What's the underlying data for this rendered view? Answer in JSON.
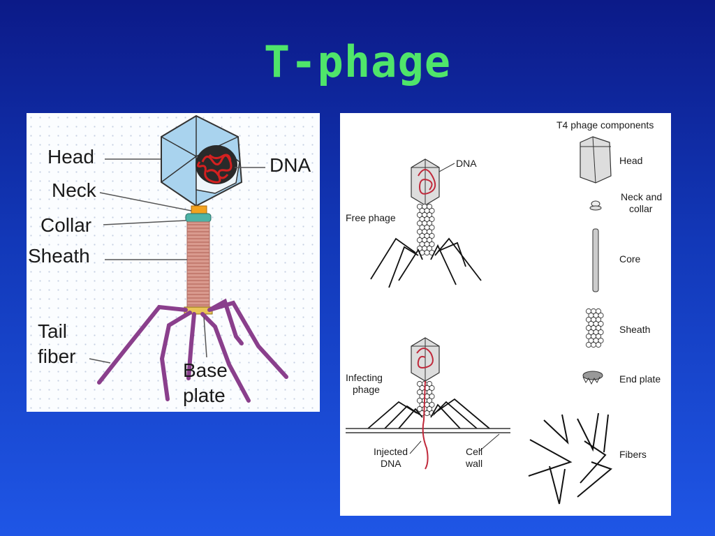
{
  "slide": {
    "title": "T-phage"
  },
  "left_diagram": {
    "labels": {
      "head": "Head",
      "dna": "DNA",
      "neck": "Neck",
      "collar": "Collar",
      "sheath": "Sheath",
      "tail_fiber_1": "Tail",
      "tail_fiber_2": "fiber",
      "base_plate_1": "Base",
      "base_plate_2": "plate"
    },
    "colors": {
      "head_fill": "#a9d3ee",
      "dna": "#c11a1a",
      "neck": "#f2a21e",
      "collar": "#4db3a6",
      "sheath": "#d99a8e",
      "fiber": "#8a3f8c"
    }
  },
  "right_diagram": {
    "header": "T4 phage components",
    "labels": {
      "dna": "DNA",
      "free_phage": "Free phage",
      "infecting_phage_1": "Infecting",
      "infecting_phage_2": "phage",
      "injected_dna_1": "Injected",
      "injected_dna_2": "DNA",
      "cell_wall_1": "Cell",
      "cell_wall_2": "wall"
    },
    "components": {
      "head": "Head",
      "neck_collar_1": "Neck and",
      "neck_collar_2": "collar",
      "core": "Core",
      "sheath": "Sheath",
      "end_plate": "End plate",
      "fibers": "Fibers"
    }
  }
}
